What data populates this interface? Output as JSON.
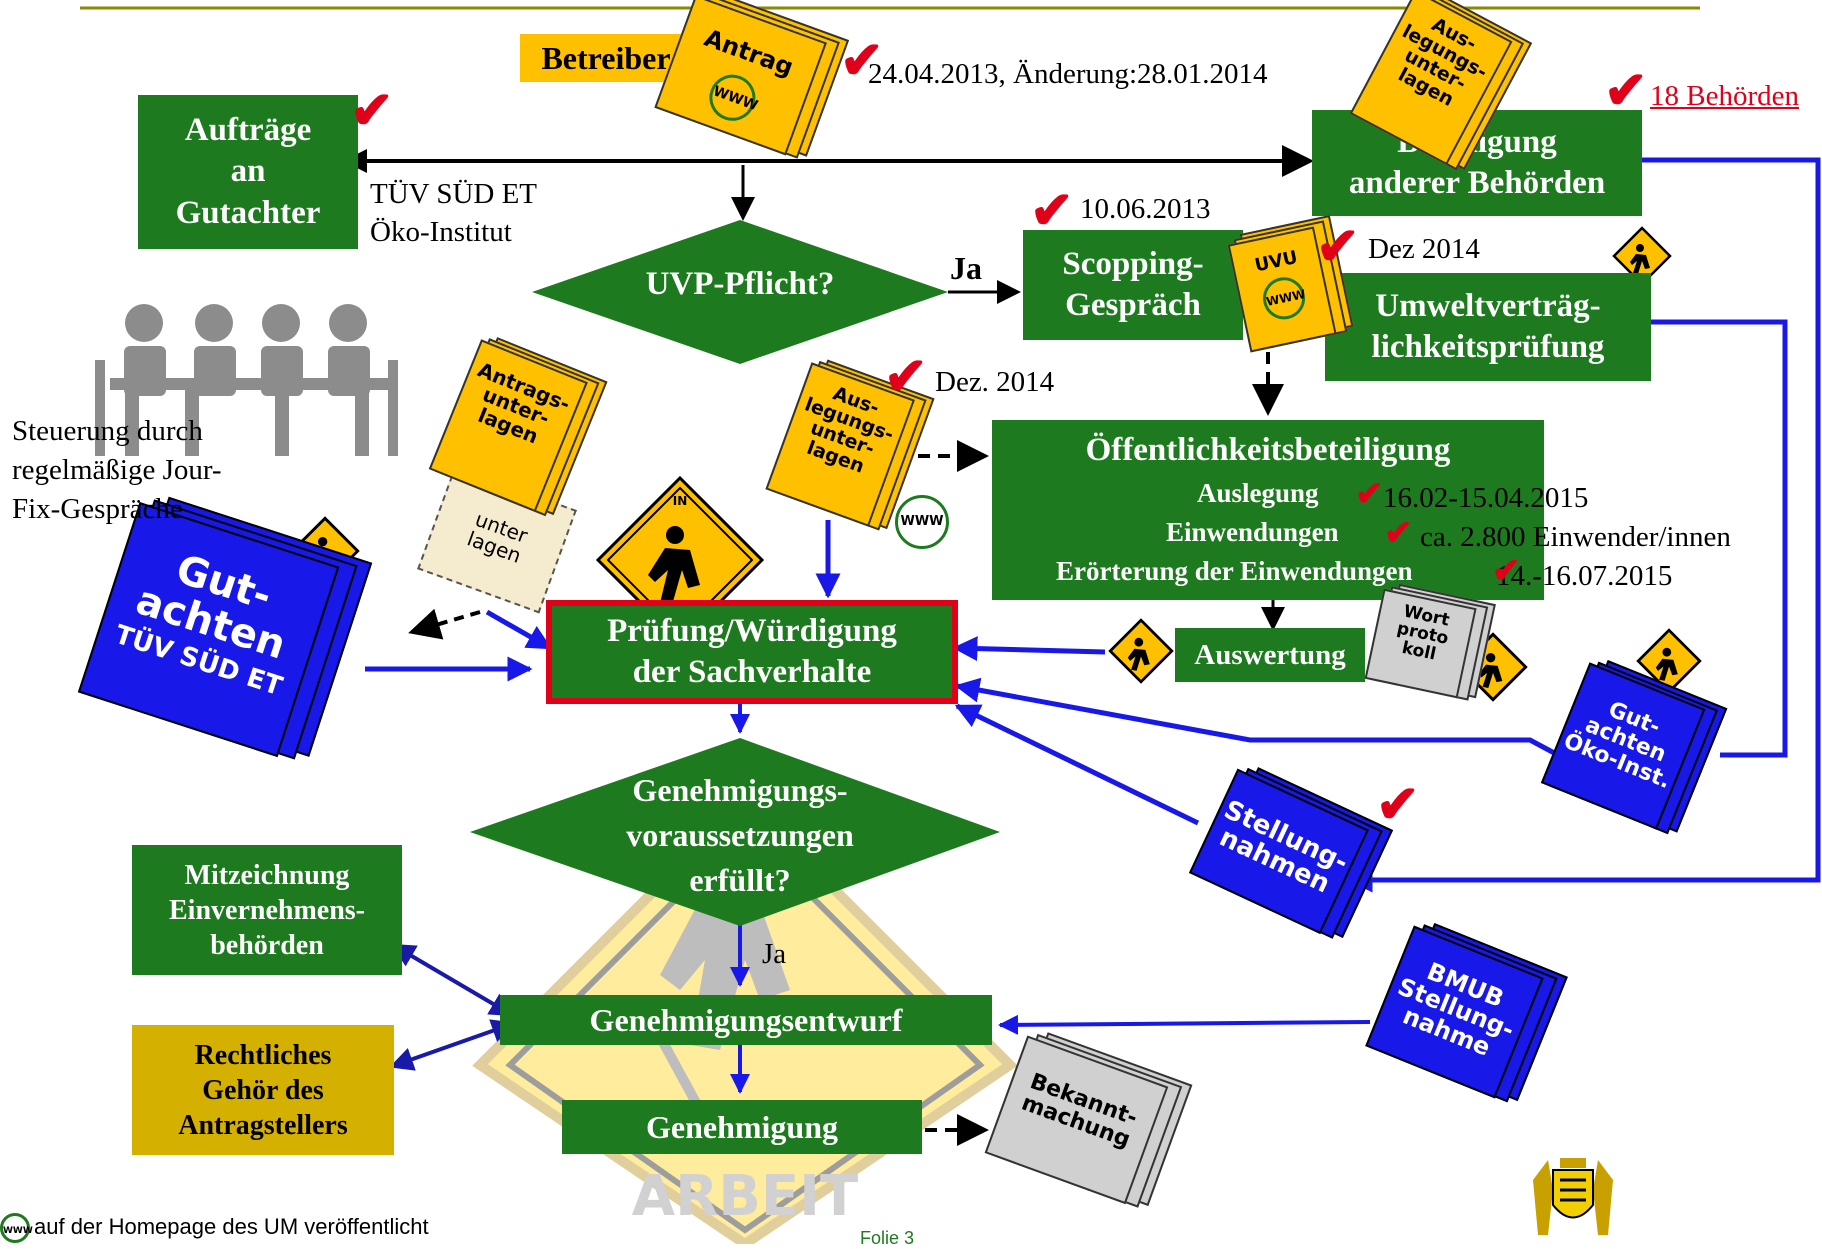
{
  "colors": {
    "green": "#1e7a1e",
    "blue": "#1818e8",
    "orange": "#ffc000",
    "red": "#e0001a",
    "olive": "#808000",
    "grey": "#d0d0d0",
    "khaki": "#d4b000"
  },
  "boxes": {
    "betreiber": "Betreiber",
    "auftraege": [
      "Aufträge",
      "an",
      "Gutachter"
    ],
    "beteiligung": [
      "Beteiligung",
      "anderer Behörden"
    ],
    "uvp": "UVP-Pflicht?",
    "scopping": [
      "Scopping-",
      "Gespräch"
    ],
    "umwelt": [
      "Umweltverträg-",
      "lichkeitsprüfung"
    ],
    "oeff_title": "Öffentlichkeitsbeteiligung",
    "auslegung": "Auslegung",
    "einwendungen": "Einwendungen",
    "eroerterung": "Erörterung der Einwendungen",
    "pruefung": [
      "Prüfung/Würdigung",
      "der Sachverhalte"
    ],
    "auswertung": "Auswertung",
    "genehmigungsvoraussetzungen": [
      "Genehmigungs-",
      "voraussetzungen",
      "erfüllt?"
    ],
    "mitzeichnung": [
      "Mitzeichnung",
      "Einvernehmens-",
      "behörden"
    ],
    "genehmigungsentwurf": "Genehmigungsentwurf",
    "rechtliches": [
      "Rechtliches",
      "Gehör des",
      "Antragstellers"
    ],
    "genehmigung": "Genehmigung"
  },
  "docs": {
    "antrag": "Antrag",
    "auslegungsunterlagen_top": [
      "Aus-",
      "legungs-",
      "unter-",
      "lagen"
    ],
    "uvu": "UVU",
    "antragsunterlagen": [
      "Antrags-",
      "unter-",
      "lagen"
    ],
    "unterlagen_ghost": [
      "unter",
      "lagen"
    ],
    "auslegungsunterlagen_mid": [
      "Aus-",
      "legungs-",
      "unter-",
      "lagen"
    ],
    "gutachten_tuev": [
      "Gut-",
      "achten",
      "TÜV SÜD ET"
    ],
    "wortprotokoll": [
      "Wort",
      "proto",
      "koll"
    ],
    "gutachten_oeko": [
      "Gut-",
      "achten",
      "Öko-Inst."
    ],
    "stellungnahmen": [
      "Stellung-",
      "nahmen"
    ],
    "bmub": [
      "BMUB",
      "Stellung-",
      "nahme"
    ],
    "bekanntmachung": [
      "Bekannt-",
      "machung"
    ],
    "www": "WWW"
  },
  "labels": {
    "antrag_date": "24.04.2013, Änderung:28.01.2014",
    "behoerden": "18 Behörden",
    "tuev": "TÜV SÜD ET",
    "oeko": "Öko-Institut",
    "scopping_date": "10.06.2013",
    "ja_upper": "Ja",
    "uvu_date": "Dez 2014",
    "dez_2014": "Dez. 2014",
    "steuerung": [
      "Steuerung durch",
      "regelmäßige Jour-",
      "Fix-Gespräche"
    ],
    "auslegung_date": "16.02-15.04.2015",
    "einwender": "ca. 2.800 Einwender/innen",
    "eroerterung_date": "14.-16.07.2015",
    "ja_lower": "Ja",
    "footer_note": "auf der Homepage des UM veröffentlicht",
    "folie": "Folie 3",
    "sign": "IN ARBEIT"
  }
}
